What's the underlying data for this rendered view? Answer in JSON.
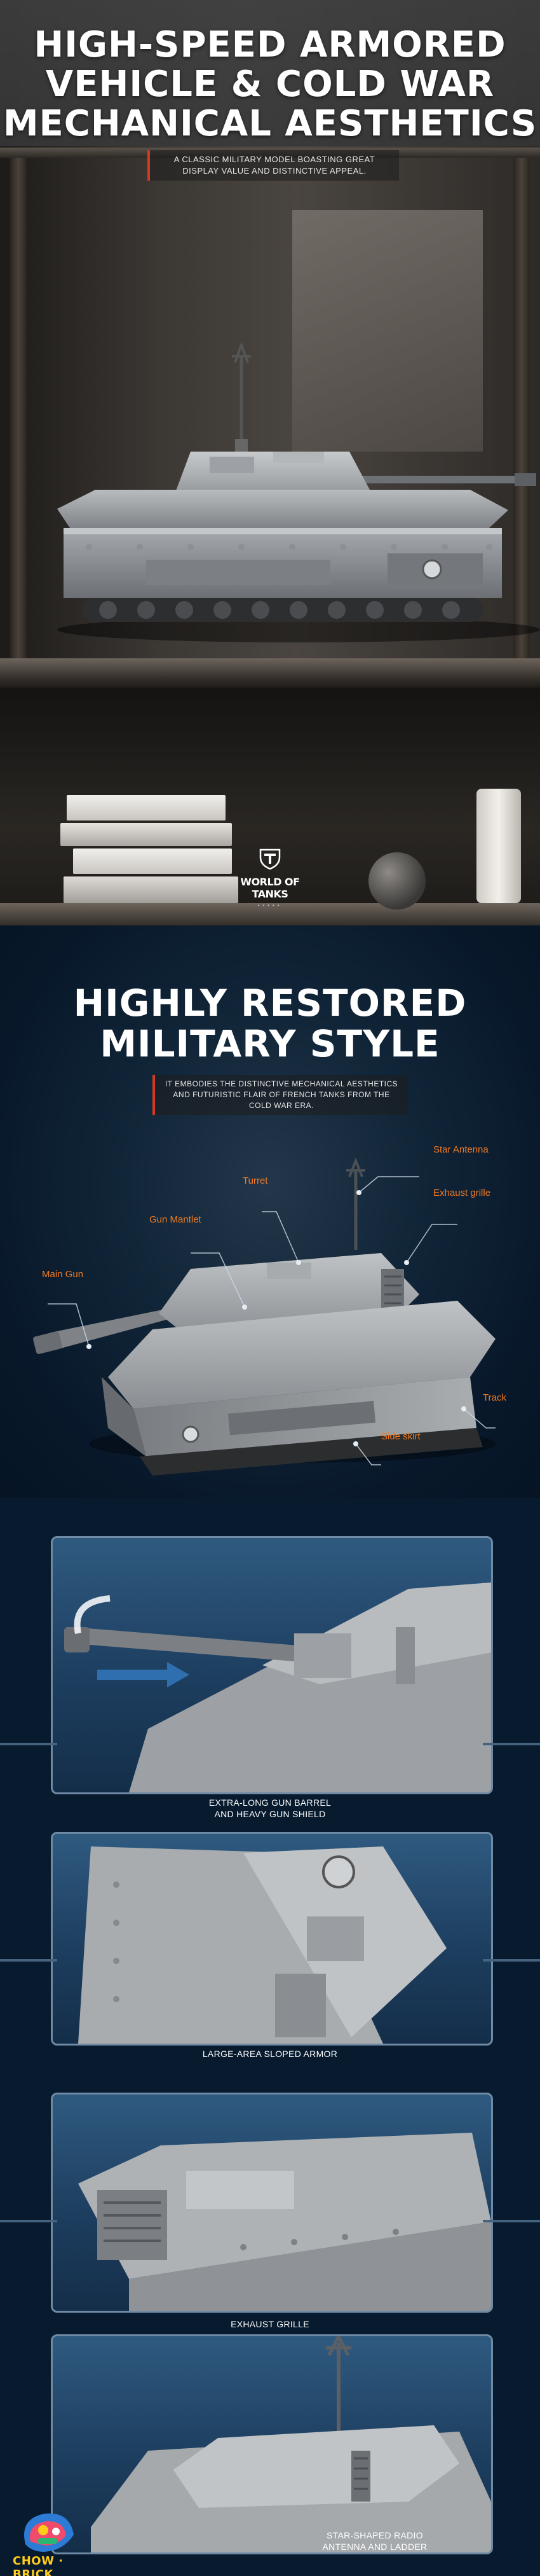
{
  "hero": {
    "title_lines": [
      "HIGH-SPEED ARMORED",
      "VEHICLE & COLD WAR",
      "MECHANICAL AESTHETICS"
    ],
    "tagline": "A classic military model boasting great display value and distinctive appeal.",
    "logo_text": "WORLD OF TANKS"
  },
  "style": {
    "title_lines": [
      "HIGHLY RESTORED",
      "MILITARY STYLE"
    ],
    "tagline": "It embodies the distinctive mechanical aesthetics and futuristic flair of French tanks from the Cold War era.",
    "callouts": {
      "star_antenna": "Star Antenna",
      "turret": "Turret",
      "gun_mantlet": "Gun Mantlet",
      "exhaust_grille": "Exhaust grille",
      "main_gun": "Main Gun",
      "track": "Track",
      "side_skirt": "Side skirt"
    }
  },
  "panels": [
    {
      "caption_lines": [
        "EXTRA-LONG GUN BARREL",
        "AND HEAVY GUN SHIELD"
      ]
    },
    {
      "caption_lines": [
        "LARGE-AREA SLOPED ARMOR"
      ]
    },
    {
      "caption_lines": [
        "EXHAUST GRILLE"
      ]
    },
    {
      "caption_lines": [
        "STAR-SHAPED RADIO",
        "ANTENNA AND LADDER"
      ]
    }
  ],
  "brand": {
    "name": "CHOW · BRICK"
  },
  "colors": {
    "accent": "#f07a22",
    "tag_bar": "#d33a1f",
    "brand": "#ffcc1c",
    "frame": "#6f8aa4"
  }
}
